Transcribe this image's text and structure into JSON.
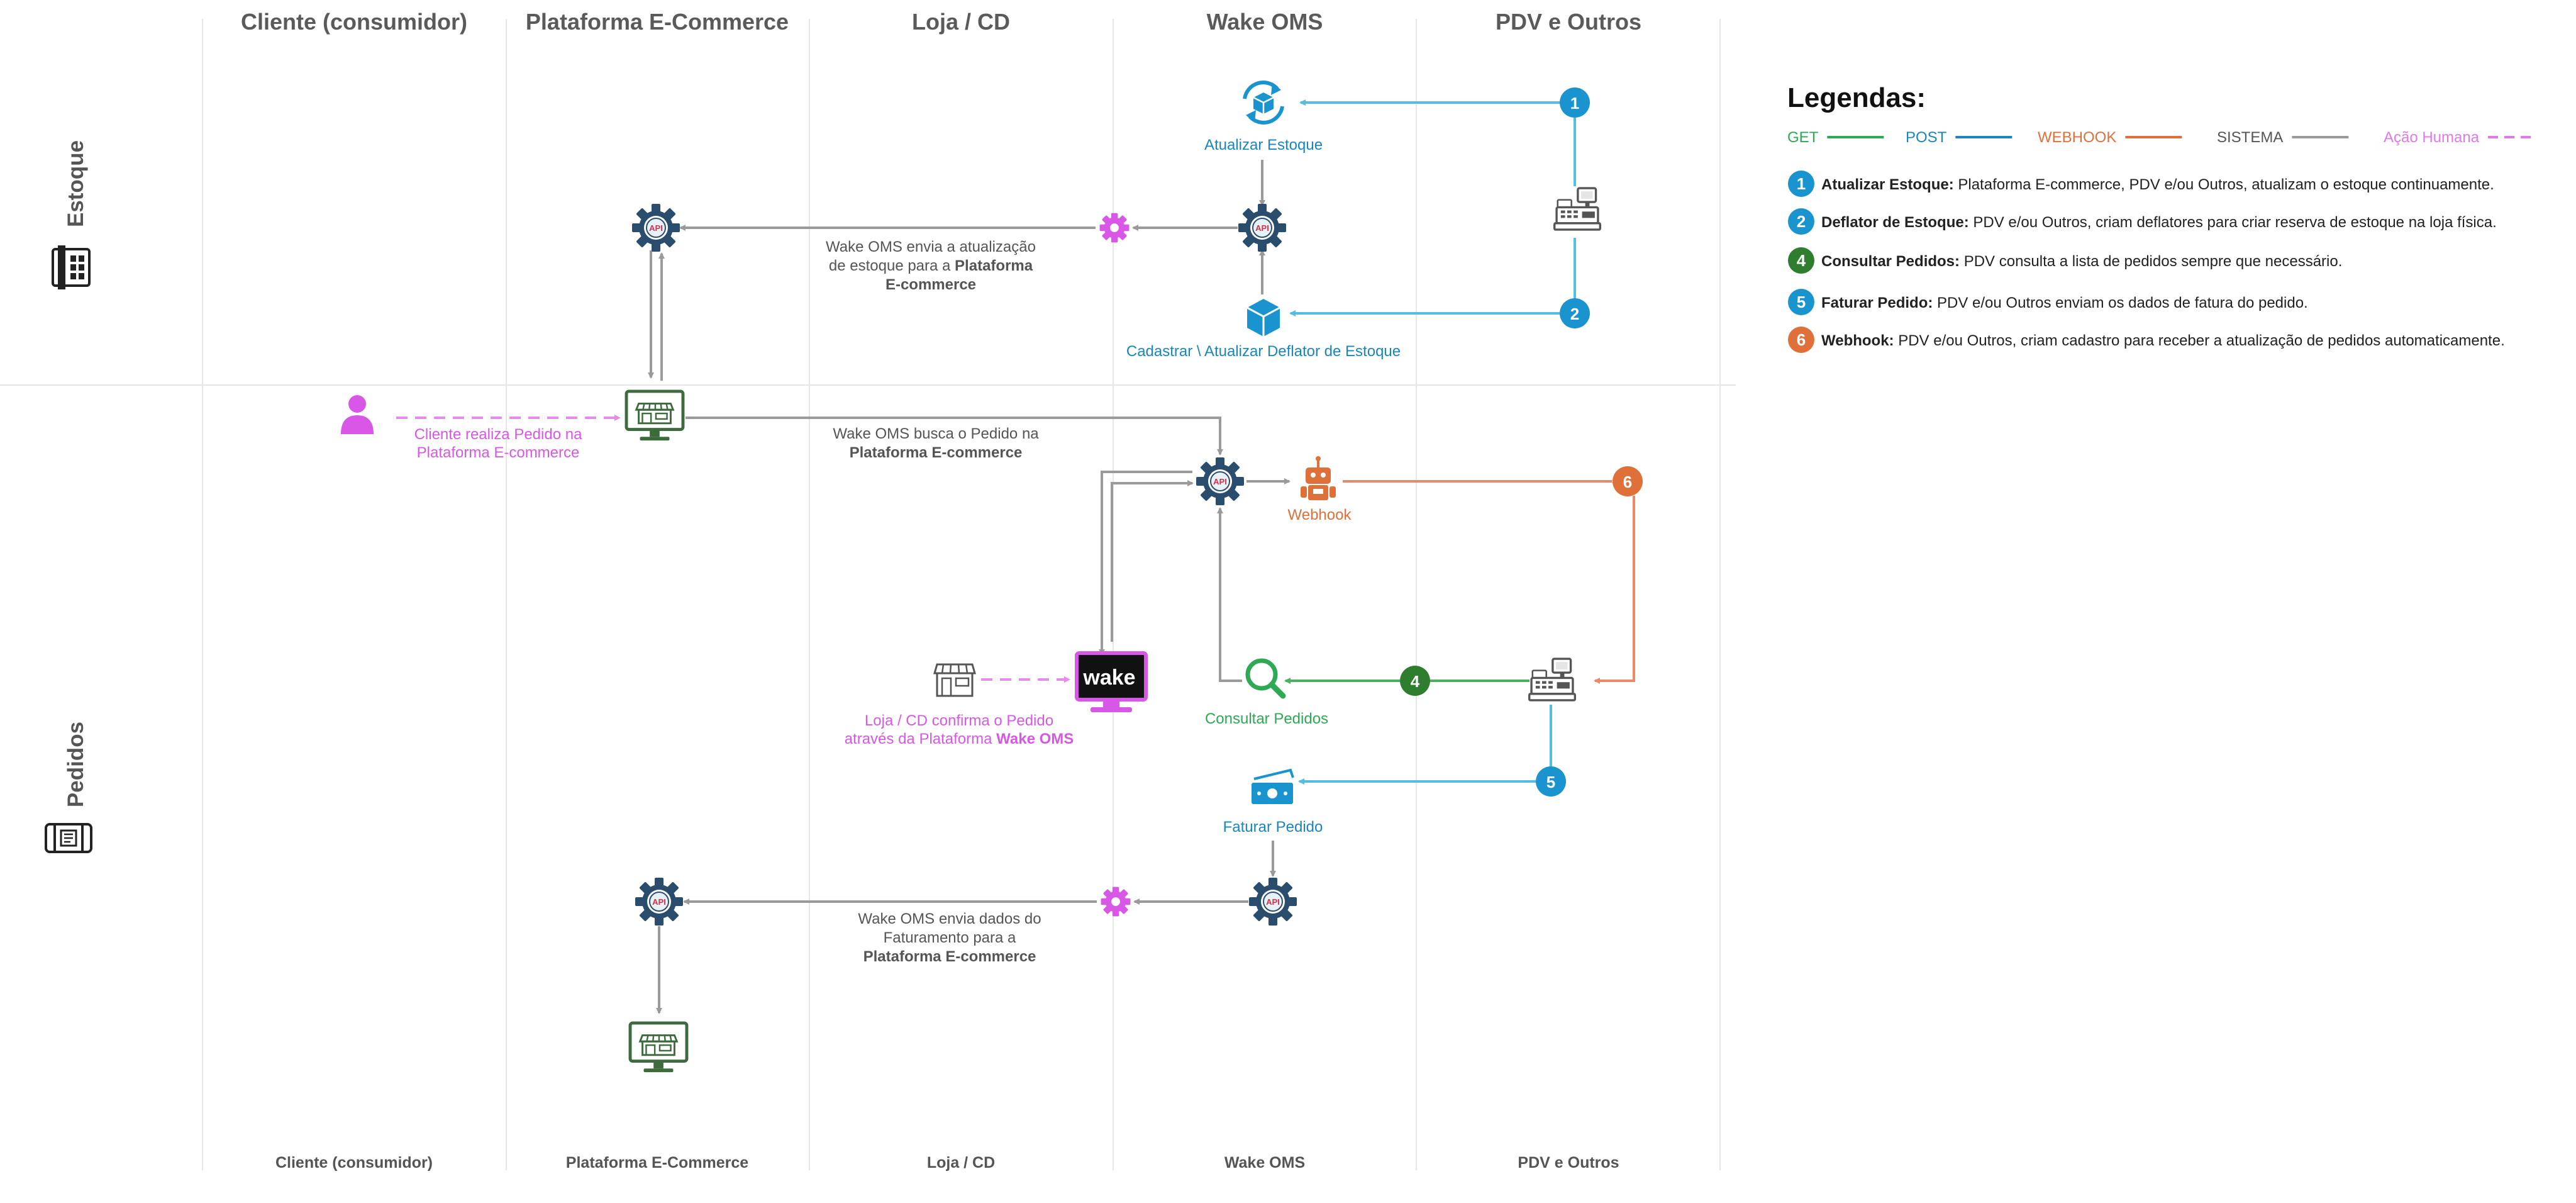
{
  "colors": {
    "get": "#2eaa55",
    "post": "#1a86bf",
    "webhook": "#e0703a",
    "sistema": "#9a9a9a",
    "acao_humana": "#e07ae8",
    "badge_blue": "#1a94cf",
    "badge_green": "#2f7d2f",
    "badge_orange": "#e0703a"
  },
  "columns": [
    {
      "header": "Cliente (consumidor)",
      "footer": "Cliente (consumidor)"
    },
    {
      "header": "Plataforma E-Commerce",
      "footer": "Plataforma E-Commerce"
    },
    {
      "header": "Loja / CD",
      "footer": "Loja / CD"
    },
    {
      "header": "Wake OMS",
      "footer": "Wake OMS"
    },
    {
      "header": "PDV e Outros",
      "footer": "PDV e Outros"
    }
  ],
  "lanes": {
    "estoque": {
      "label": "Estoque",
      "icon": "inventory-icon"
    },
    "pedidos": {
      "label": "Pedidos",
      "icon": "order-phone-icon"
    }
  },
  "nodes": {
    "atualizar_estoque": "Atualizar Estoque",
    "cadastrar_deflator": "Cadastrar \\ Atualizar Deflator de Estoque",
    "webhook": "Webhook",
    "consultar_pedidos": "Consultar Pedidos",
    "faturar_pedido": "Faturar Pedido",
    "api_label": "API",
    "wake_logo": "wake"
  },
  "descriptions": {
    "estoque_envio": {
      "line1": "Wake OMS envia a atualização",
      "line2_plain": "de estoque para a ",
      "line2_bold": "Plataforma",
      "line3_bold": "E-commerce"
    },
    "cliente_pedido": {
      "line1": "Cliente realiza Pedido na",
      "line2": "Plataforma E-commerce"
    },
    "busca_pedido": {
      "line1": "Wake OMS busca o Pedido na",
      "line2_bold": "Plataforma E-commerce"
    },
    "loja_confirma": {
      "line1": "Loja / CD confirma o Pedido",
      "line2_plain": "através da Plataforma ",
      "line2_bold": "Wake OMS"
    },
    "faturamento_envio": {
      "line1": "Wake OMS envia dados do",
      "line2": "Faturamento para a",
      "line3_bold": "Plataforma E-commerce"
    }
  },
  "legend": {
    "title": "Legendas:",
    "keys": [
      {
        "label": "GET",
        "color": "#2eaa55",
        "dashed": false
      },
      {
        "label": "POST",
        "color": "#1a86bf",
        "dashed": false
      },
      {
        "label": "WEBHOOK",
        "color": "#e0703a",
        "dashed": false
      },
      {
        "label": "SISTEMA",
        "color": "#9a9a9a",
        "dashed": false
      },
      {
        "label": "Ação Humana",
        "color": "#e07ae8",
        "dashed": true
      }
    ],
    "items": [
      {
        "num": "1",
        "color": "#1a94cf",
        "title": "Atualizar Estoque:",
        "text": " Plataforma E-commerce, PDV e/ou Outros, atualizam o estoque continuamente."
      },
      {
        "num": "2",
        "color": "#1a94cf",
        "title": "Deflator de Estoque:",
        "text": " PDV e/ou Outros, criam deflatores para criar reserva de estoque na loja física."
      },
      {
        "num": "4",
        "color": "#2f7d2f",
        "title": "Consultar Pedidos:",
        "text": " PDV consulta a lista de pedidos sempre que necessário."
      },
      {
        "num": "5",
        "color": "#1a94cf",
        "title": "Faturar Pedido:",
        "text": " PDV e/ou Outros enviam os dados de fatura do pedido."
      },
      {
        "num": "6",
        "color": "#e0703a",
        "title": "Webhook:",
        "text": " PDV e/ou Outros, criam cadastro para receber a atualização de pedidos automaticamente."
      }
    ]
  },
  "badges": {
    "b1": "1",
    "b2": "2",
    "b4": "4",
    "b5": "5",
    "b6": "6"
  }
}
